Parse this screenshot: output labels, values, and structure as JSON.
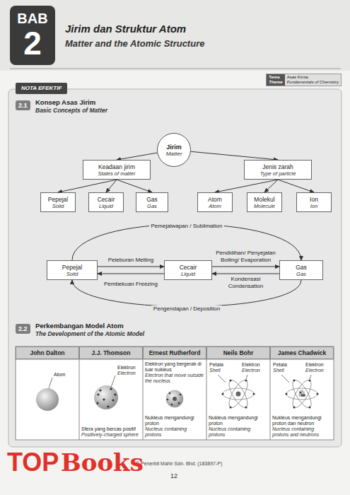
{
  "diagram": {
    "title": "Jirim dan Struktur Atom",
    "nodes": [
      {
        "text": [
          "BAB",
          "2"
        ]
      },
      {
        "text": [
          "Tema",
          "Theme",
          "Asas Kimia",
          "Fundamentals of Chemistry"
        ]
      },
      {
        "text": [
          "NOTA EFEKTIF"
        ]
      },
      {
        "text": [
          "Jirim",
          "Matter"
        ]
      },
      {
        "text": [
          "Keadaan jirim",
          "States of matter"
        ]
      },
      {
        "text": [
          "Jenis zarah",
          "Type of particle"
        ]
      },
      {
        "text": [
          "Pepejal",
          "Solid"
        ]
      },
      {
        "text": [
          "Cecair",
          "Liquid"
        ]
      },
      {
        "text": [
          "Gas",
          "Gas"
        ]
      },
      {
        "text": [
          "Atom",
          "Atom"
        ]
      },
      {
        "text": [
          "Molekul",
          "Molecule"
        ]
      },
      {
        "text": [
          "Ion",
          "Ion"
        ]
      },
      {
        "text": [
          "Pepejal",
          "Solid"
        ]
      },
      {
        "text": [
          "Cecair",
          "Liquid"
        ]
      },
      {
        "text": [
          "Gas",
          "Gas"
        ]
      },
      {
        "text": [
          "John Dalton"
        ]
      },
      {
        "text": [
          "J.J. Thomson"
        ]
      },
      {
        "text": [
          "Ernest Rutherford"
        ]
      },
      {
        "text": [
          "Neils Bohr"
        ]
      },
      {
        "text": [
          "James Chadwick"
        ]
      },
      {
        "text": [
          "Atom"
        ]
      },
      {
        "text": [
          "Elektron",
          "Electron",
          "Sfera yang bercas positif",
          "Positively-charged sphere"
        ]
      },
      {
        "text": [
          "Elektron yang bergerak di luar nukleus",
          "Electron that move outside the nucleus",
          "Nukleus mengandungi proton",
          "Nucleus containing protons"
        ]
      },
      {
        "text": [
          "Petala",
          "Shell",
          "Elektron",
          "Electron",
          "Nukleus mengandungi proton",
          "Nucleus containing protons"
        ]
      },
      {
        "text": [
          "Petala",
          "Shell",
          "Elektron",
          "Electron",
          "Nukleus mengandungi proton dan neutron",
          "Nucleus containing protons and neutrons"
        ]
      }
    ],
    "edges": [
      {
        "from": 3,
        "to": 4,
        "arrow": "to"
      },
      {
        "from": 3,
        "to": 5,
        "arrow": "to"
      },
      {
        "from": 4,
        "to": 6,
        "arrow": "to"
      },
      {
        "from": 4,
        "to": 7,
        "arrow": "to"
      },
      {
        "from": 4,
        "to": 8,
        "arrow": "to"
      },
      {
        "from": 5,
        "to": 9,
        "arrow": "to"
      },
      {
        "from": 5,
        "to": 10,
        "arrow": "to"
      },
      {
        "from": 5,
        "to": 11,
        "arrow": "to"
      },
      {
        "from": 12,
        "to": 13,
        "label": "Peleburan Melting",
        "arrow": "to"
      },
      {
        "from": 13,
        "to": 12,
        "label": "Pembekuan Freezing",
        "arrow": "to"
      },
      {
        "from": 13,
        "to": 14,
        "label": "Pendidihan/ Penyejatan Boiling/ Evaporation",
        "arrow": "to"
      },
      {
        "from": 14,
        "to": 13,
        "label": "Kondensasi Condensation",
        "arrow": "to"
      },
      {
        "from": 12,
        "to": 14,
        "label": "Pemejalwapan / Sublimation",
        "arrow": "to"
      },
      {
        "from": 14,
        "to": 12,
        "label": "Pengendapan / Deposition",
        "arrow": "to"
      }
    ],
    "labels": [
      "Matter and the Atomic Structure",
      "2.1",
      "Konsep Asas Jirim",
      "Basic Concepts of Matter",
      "2.2",
      "Perkembangan Model Atom",
      "The Development of the Atomic Model",
      "© Penerbit Mahir Sdn. Bhd. (183897-P)",
      "12",
      "TOP",
      "Books"
    ]
  }
}
